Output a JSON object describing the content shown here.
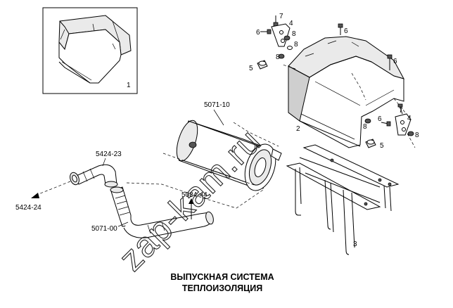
{
  "labels": {
    "inset": "1",
    "cover": "2",
    "bracket": "3",
    "clip_top": "4",
    "clip_right": "4",
    "nut_left": "5",
    "nut_right": "5",
    "bolt_top": "6",
    "bolt_top_right": "6",
    "bolt_right": "6",
    "stud_top": "7",
    "stud_right": "7",
    "washer_top_a": "8",
    "washer_top_b": "8",
    "washer_top_c": "8",
    "washer_right_a": "8",
    "washer_right_b": "8",
    "muffler": "5071-10",
    "elbow_pipe": "5424-23",
    "exhaust_outlet": "5424-24",
    "flex_pipe": "5071-00",
    "pipe_clamp": "5034-44"
  },
  "title": {
    "line1": "ВЫПУСКНАЯ СИСТЕМА",
    "line2": "ТЕПЛОИЗОЛЯЦИЯ"
  },
  "watermark": "zap-kam.ru"
}
